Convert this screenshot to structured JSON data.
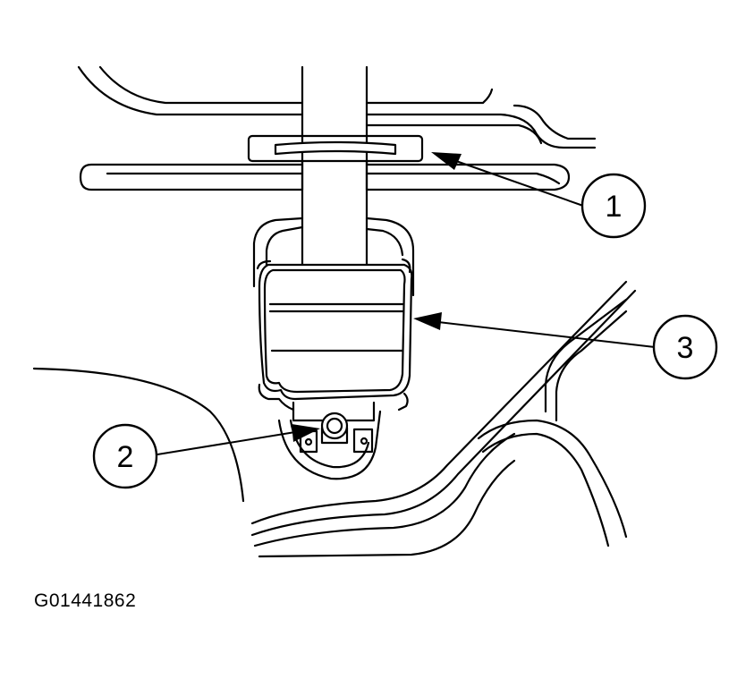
{
  "figure": {
    "id": "G01441862",
    "callouts": [
      {
        "label": "1"
      },
      {
        "label": "2"
      },
      {
        "label": "3"
      }
    ]
  },
  "colors": {
    "ink": "#000000",
    "paper": "#ffffff"
  }
}
